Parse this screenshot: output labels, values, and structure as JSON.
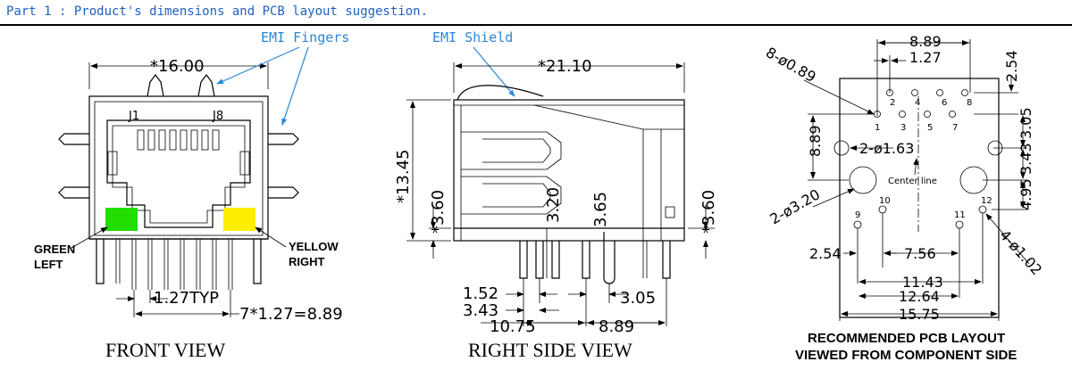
{
  "header": "Part 1 : Product's dimensions and PCB layout suggestion.",
  "callouts": {
    "emi_fingers": "EMI Fingers",
    "emi_shield": "EMI Shield"
  },
  "front": {
    "title": "FRONT VIEW",
    "width": "*16.00",
    "j1": "J1",
    "j8": "J8",
    "green1": "GREEN",
    "green2": "LEFT",
    "yellow1": "YELLOW",
    "yellow2": "RIGHT",
    "pitch": "1.27TYP",
    "span": "7*1.27=8.89",
    "led_left_color": "#22dd00",
    "led_right_color": "#ffee00"
  },
  "side": {
    "title": "RIGHT SIDE VIEW",
    "length": "*21.10",
    "height": "*13.45",
    "h360a": "*3.60",
    "h320": "3.20",
    "h365": "3.65",
    "h360b": "*3.60",
    "d152": "1.52",
    "d343": "3.43",
    "d305": "3.05",
    "d1075": "10.75",
    "d889": "8.89"
  },
  "pcb": {
    "title1": "RECOMMENDED PCB LAYOUT",
    "title2": "VIEWED FROM COMPONENT SIDE",
    "d889top": "8.89",
    "d127": "1.27",
    "holes8": "8-ø0.89",
    "d254r": "2.54",
    "d305": "3.05",
    "d343": "3.43",
    "d889l": "8.89",
    "holes2": "2-ø1.63",
    "center": "Center line",
    "holes320": "2-ø3.20",
    "d495": "4.95",
    "holes102": "4-ø1.02",
    "d254l": "2.54",
    "d756": "7.56",
    "d1143": "11.43",
    "d1264": "12.64",
    "d1575": "15.75",
    "pins": [
      "1",
      "2",
      "3",
      "4",
      "5",
      "6",
      "7",
      "8"
    ],
    "pin9": "9",
    "pin10": "10",
    "pin11": "11",
    "pin12": "12"
  }
}
